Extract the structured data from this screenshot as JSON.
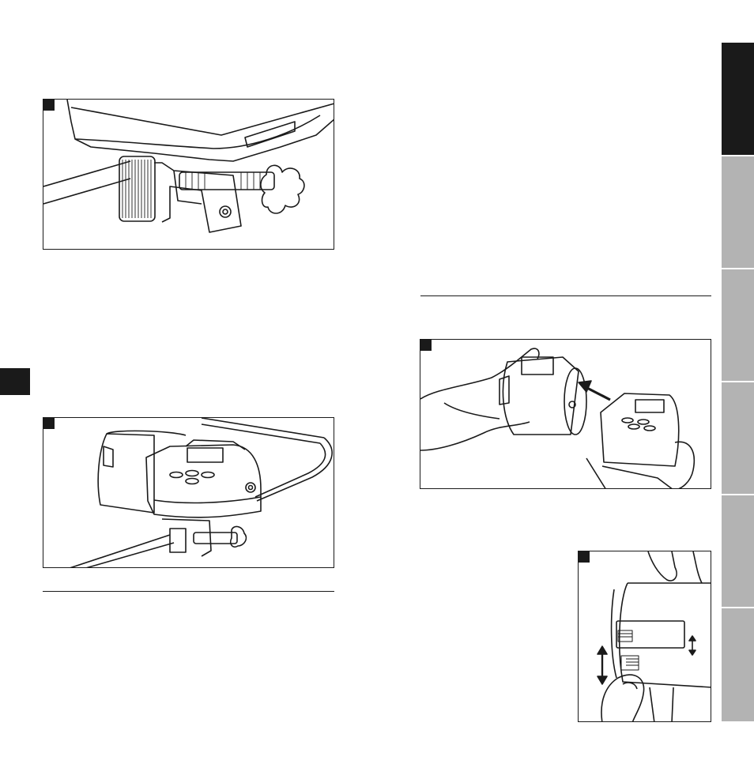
{
  "page": {
    "side_tabs": [
      {
        "state": "active",
        "color": "#1a1a1a"
      },
      {
        "state": "inactive",
        "color": "#b3b3b3"
      },
      {
        "state": "inactive",
        "color": "#b3b3b3"
      },
      {
        "state": "inactive",
        "color": "#b3b3b3"
      },
      {
        "state": "inactive",
        "color": "#b3b3b3"
      },
      {
        "state": "inactive",
        "color": "#b3b3b3"
      }
    ],
    "figures": [
      {
        "name": "clamp-mounted-under-table-edge"
      },
      {
        "name": "feeder-mounted-on-aquarium-edge"
      },
      {
        "name": "drum-inserted-into-feeder-unit"
      },
      {
        "name": "drum-opening-slider-adjustment"
      }
    ],
    "accent_color": "#1a1a1a"
  }
}
